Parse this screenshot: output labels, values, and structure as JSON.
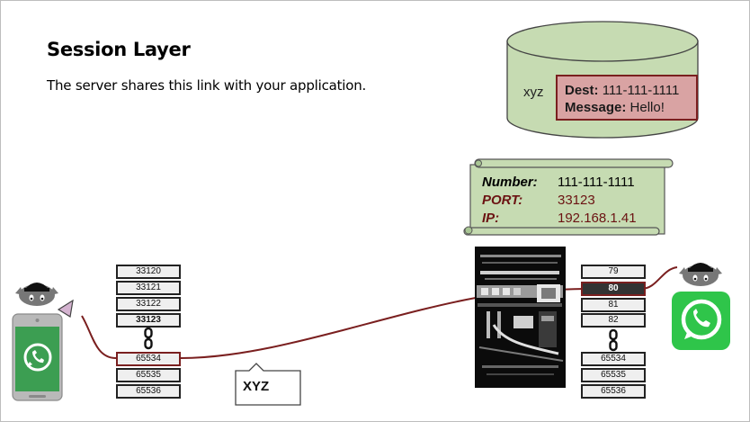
{
  "slide": {
    "title": "Session Layer",
    "subtitle": "The server shares this link with your application."
  },
  "database": {
    "label": "xyz",
    "note": {
      "dest_label": "Dest:",
      "dest_value": "111-111-1111",
      "message_label": "Message:",
      "message_value": "Hello!"
    }
  },
  "scroll_card": {
    "rows": [
      {
        "key": "Number:",
        "value": "111-111-1111",
        "color": "#000000"
      },
      {
        "key": "PORT:",
        "value": "33123",
        "color": "#6b1212"
      },
      {
        "key": "IP:",
        "value": "192.168.1.41",
        "color": "#6b1212"
      }
    ]
  },
  "client_ports": {
    "upper": [
      "33120",
      "33121",
      "33122",
      "33123"
    ],
    "lower": [
      "65534",
      "65535",
      "65536"
    ]
  },
  "server_ports": {
    "upper": [
      "79",
      "80",
      "81",
      "82"
    ],
    "lower": [
      "65534",
      "65535",
      "65536"
    ]
  },
  "packet": {
    "label": "XYZ"
  },
  "icons": [
    "robot-head-icon",
    "smartphone-icon",
    "whatsapp-icon",
    "pointer-triangle-icon",
    "server-photo",
    "chain-link-icon"
  ],
  "colors": {
    "database_fill": "#c6dbb2",
    "note_fill": "#d9a3a3",
    "accent_maroon": "#7a1f1f",
    "whatsapp_green": "#2fc54a"
  }
}
